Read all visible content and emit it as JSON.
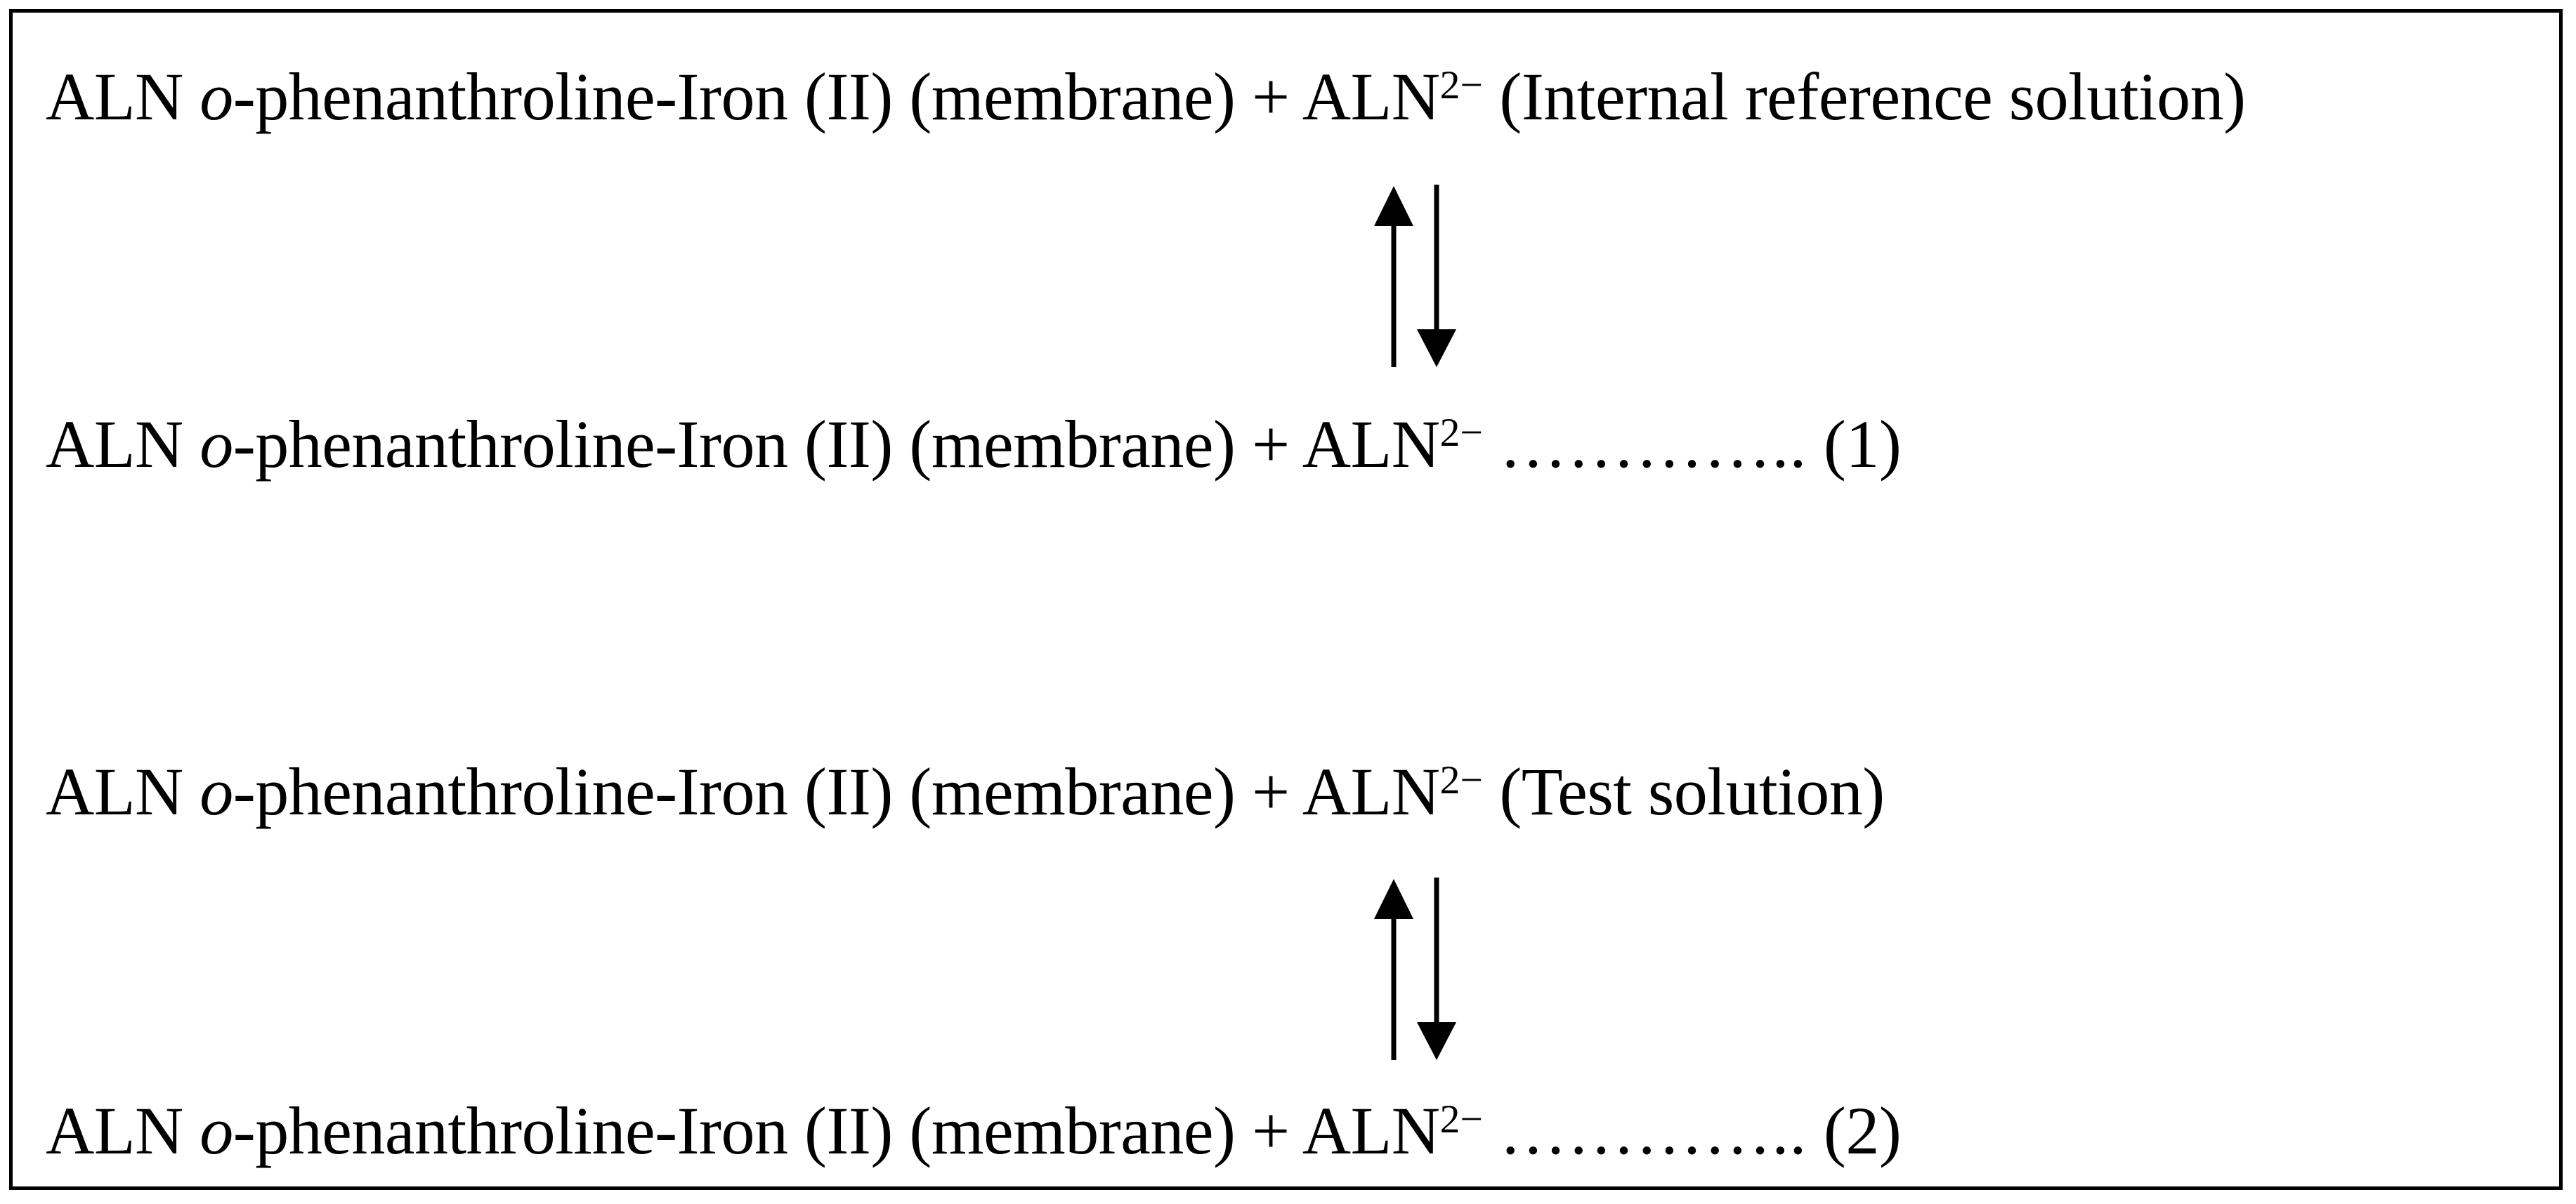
{
  "figure": {
    "type": "chemical-equilibrium-scheme",
    "border_color": "#000000",
    "background_color": "#ffffff",
    "text_color": "#000000",
    "equations": [
      {
        "id": "eq-1",
        "prefix": "ALN ",
        "italic": "o",
        "middle": "-phenanthroline-Iron (II) (membrane) + ALN",
        "superscript": "2−",
        "suffix": " (Internal reference solution)",
        "dots": "",
        "number": ""
      },
      {
        "id": "eq-2",
        "prefix": "ALN ",
        "italic": "o",
        "middle": "-phenanthroline-Iron (II) (membrane) + ALN",
        "superscript": "2−",
        "suffix": " ",
        "dots": "…………..",
        "number": " (1)"
      },
      {
        "id": "eq-3",
        "prefix": "ALN ",
        "italic": "o",
        "middle": "-phenanthroline-Iron (II) (membrane) + ALN",
        "superscript": "2−",
        "suffix": " (Test solution)",
        "dots": "",
        "number": ""
      },
      {
        "id": "eq-4",
        "prefix": "ALN ",
        "italic": "o",
        "middle": "-phenanthroline-Iron (II) (membrane) + ALN",
        "superscript": "2−",
        "suffix": " ",
        "dots": "…………..",
        "number": " (2)"
      }
    ],
    "arrows": [
      {
        "id": "arrow-pair-1",
        "name": "reversible-arrows-upper",
        "directions": [
          "up",
          "down"
        ]
      },
      {
        "id": "arrow-pair-2",
        "name": "reversible-arrows-lower",
        "directions": [
          "up",
          "down"
        ]
      }
    ]
  }
}
